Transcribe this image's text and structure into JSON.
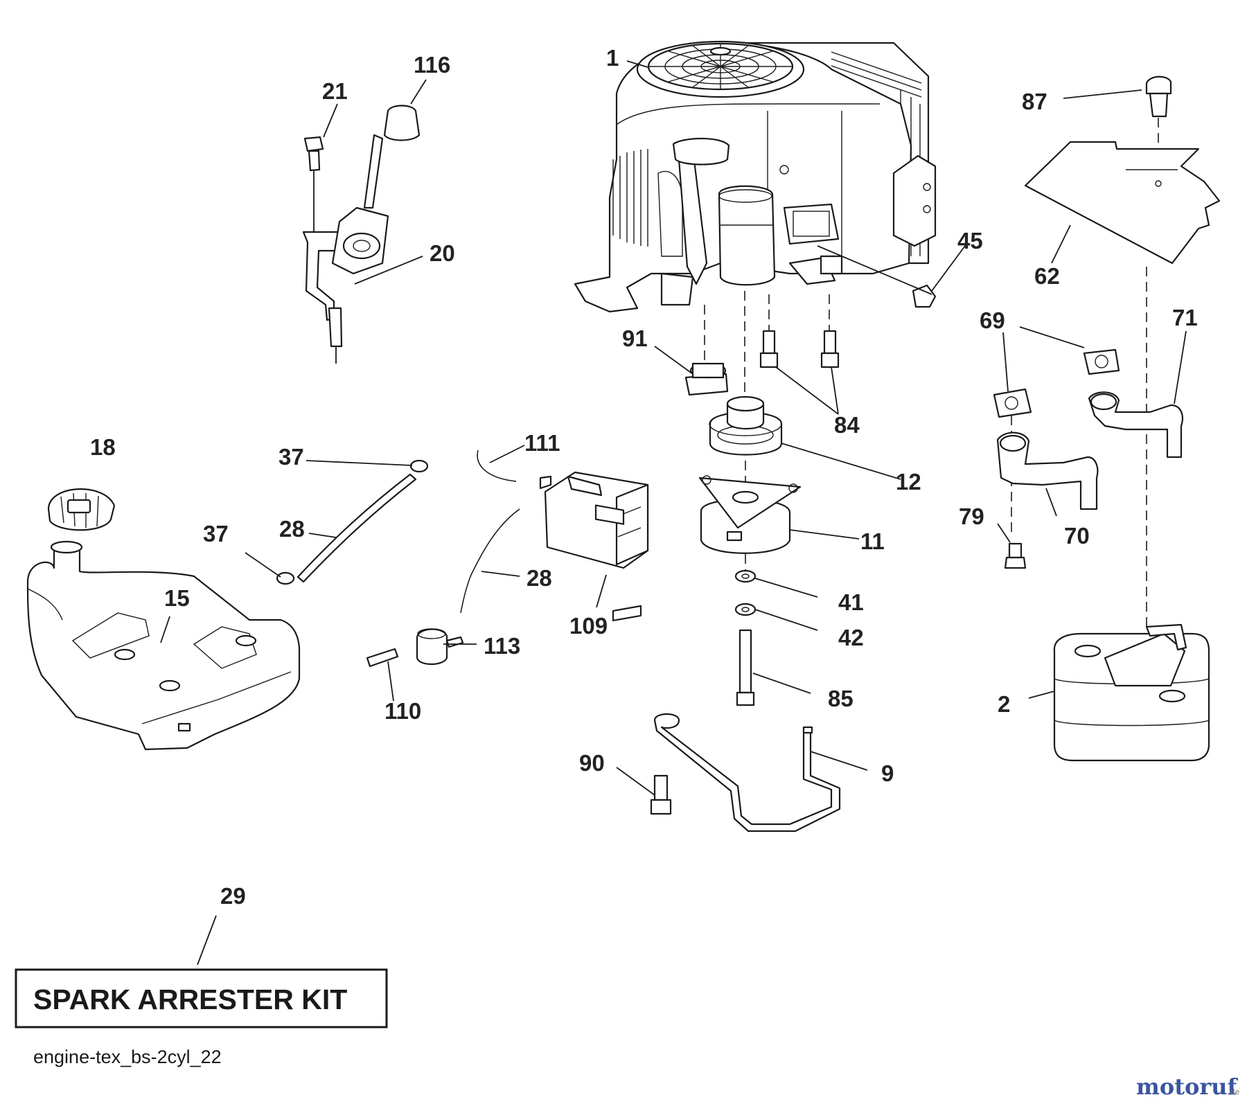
{
  "diagram": {
    "reference_code": "engine-tex_bs-2cyl_22",
    "kit_box": {
      "label": "SPARK ARRESTER KIT",
      "part_number": "29"
    },
    "watermark": {
      "text": "motoruf",
      "suffix": ".de",
      "colors": {
        "m": "#3a55a0",
        "uf": "#c0392b"
      }
    },
    "callouts": [
      {
        "id": "p1",
        "text": "1"
      },
      {
        "id": "p116",
        "text": "116"
      },
      {
        "id": "p21",
        "text": "21"
      },
      {
        "id": "p20",
        "text": "20"
      },
      {
        "id": "p87",
        "text": "87"
      },
      {
        "id": "p62",
        "text": "62"
      },
      {
        "id": "p45",
        "text": "45"
      },
      {
        "id": "p91",
        "text": "91"
      },
      {
        "id": "p84",
        "text": "84"
      },
      {
        "id": "p69",
        "text": "69"
      },
      {
        "id": "p71",
        "text": "71"
      },
      {
        "id": "p18",
        "text": "18"
      },
      {
        "id": "p37a",
        "text": "37"
      },
      {
        "id": "p111",
        "text": "111"
      },
      {
        "id": "p12",
        "text": "12"
      },
      {
        "id": "p28a",
        "text": "28"
      },
      {
        "id": "p37b",
        "text": "37"
      },
      {
        "id": "p11",
        "text": "11"
      },
      {
        "id": "p79",
        "text": "79"
      },
      {
        "id": "p70",
        "text": "70"
      },
      {
        "id": "p15",
        "text": "15"
      },
      {
        "id": "p28b",
        "text": "28"
      },
      {
        "id": "p41",
        "text": "41"
      },
      {
        "id": "p109",
        "text": "109"
      },
      {
        "id": "p42",
        "text": "42"
      },
      {
        "id": "p113",
        "text": "113"
      },
      {
        "id": "p85",
        "text": "85"
      },
      {
        "id": "p2",
        "text": "2"
      },
      {
        "id": "p110",
        "text": "110"
      },
      {
        "id": "p90",
        "text": "90"
      },
      {
        "id": "p9",
        "text": "9"
      },
      {
        "id": "p29",
        "text": "29"
      }
    ]
  }
}
